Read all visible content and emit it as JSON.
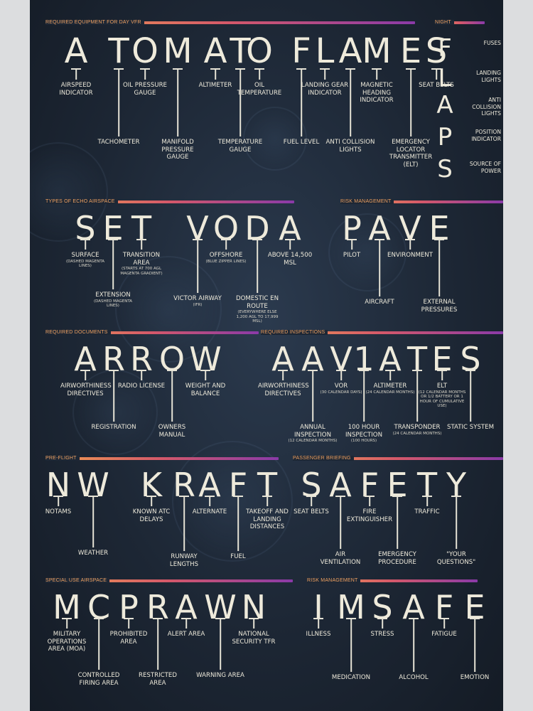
{
  "colors": {
    "background": "#1d2735",
    "ink": "#eeeadb",
    "category": "#f0a262",
    "bar_start": "#f2a04e",
    "bar_mid": "#d4586a",
    "bar_end": "#8a3aa8"
  },
  "sections": [
    {
      "key": "tomato",
      "category": "Required Equipment For Day VFR",
      "letters": [
        "A",
        "T",
        "O",
        "M",
        "A",
        "T",
        "O",
        "F",
        "L",
        "A",
        "M",
        "E",
        "S"
      ],
      "labels": [
        {
          "title": "Airspeed Indicator",
          "sub": ""
        },
        {
          "title": "Tachometer",
          "sub": ""
        },
        {
          "title": "Oil Pressure Gauge",
          "sub": ""
        },
        {
          "title": "Manifold Pressure Gauge",
          "sub": ""
        },
        {
          "title": "Altimeter",
          "sub": ""
        },
        {
          "title": "Temperature Gauge",
          "sub": ""
        },
        {
          "title": "Oil Temperature",
          "sub": ""
        },
        {
          "title": "Fuel Level",
          "sub": ""
        },
        {
          "title": "Landing Gear Indicator",
          "sub": ""
        },
        {
          "title": "Anti Collision Lights",
          "sub": ""
        },
        {
          "title": "Magnetic Heading Indicator",
          "sub": ""
        },
        {
          "title": "Emergency Locator Transmitter (ELT)",
          "sub": ""
        },
        {
          "title": "Seat Belts",
          "sub": ""
        }
      ]
    },
    {
      "key": "flaps",
      "category": "Night",
      "letters": [
        "F",
        "L",
        "A",
        "P",
        "S"
      ],
      "labels": [
        {
          "title": "Fuses",
          "sub": ""
        },
        {
          "title": "Landing Lights",
          "sub": ""
        },
        {
          "title": "Anti Collision Lights",
          "sub": ""
        },
        {
          "title": "Position Indicator",
          "sub": ""
        },
        {
          "title": "Source of Power",
          "sub": ""
        }
      ]
    },
    {
      "key": "setvoda",
      "category": "Types of Echo Airspace",
      "letters": [
        "S",
        "E",
        "T",
        "V",
        "O",
        "D",
        "A"
      ],
      "labels": [
        {
          "title": "Surface",
          "sub": "(Dashed Magenta Lines)"
        },
        {
          "title": "Extension",
          "sub": "(Dashed Magenta Lines)"
        },
        {
          "title": "Transition Area",
          "sub": "(Starts at 700 AGL Magenta Gradient)"
        },
        {
          "title": "Victor Airway",
          "sub": "(IFR)"
        },
        {
          "title": "Offshore",
          "sub": "(Blue Zipper Lines)"
        },
        {
          "title": "Domestic En Route",
          "sub": "(Everywhere else 1,200 AGL to 17,999 MSL)"
        },
        {
          "title": "Above 14,500 MSL",
          "sub": ""
        }
      ]
    },
    {
      "key": "pave",
      "category": "Risk Management",
      "letters": [
        "P",
        "A",
        "V",
        "E"
      ],
      "labels": [
        {
          "title": "Pilot",
          "sub": ""
        },
        {
          "title": "Aircraft",
          "sub": ""
        },
        {
          "title": "Environment",
          "sub": ""
        },
        {
          "title": "External Pressures",
          "sub": ""
        }
      ]
    },
    {
      "key": "arrow",
      "category": "Required Documents",
      "letters": [
        "A",
        "R",
        "R",
        "O",
        "W"
      ],
      "labels": [
        {
          "title": "Airworthiness Directives",
          "sub": ""
        },
        {
          "title": "Registration",
          "sub": ""
        },
        {
          "title": "Radio License",
          "sub": ""
        },
        {
          "title": "Owners Manual",
          "sub": ""
        },
        {
          "title": "Weight and Balance",
          "sub": ""
        }
      ]
    },
    {
      "key": "aaviates",
      "category": "Required Inspections",
      "letters": [
        "A",
        "A",
        "V",
        "1",
        "A",
        "T",
        "E",
        "S"
      ],
      "labels": [
        {
          "title": "Airworthiness Directives",
          "sub": ""
        },
        {
          "title": "Annual Inspection",
          "sub": "(12 Calendar Months)"
        },
        {
          "title": "VOR",
          "sub": "(30 Calendar Days)"
        },
        {
          "title": "100 Hour Inspection",
          "sub": "(100 Hours)"
        },
        {
          "title": "Altimeter",
          "sub": "(24 Calendar Months)"
        },
        {
          "title": "Transponder",
          "sub": "(24 Calendar Months)"
        },
        {
          "title": "ELT",
          "sub": "(12 Calendar Months or 1/2 Battery or 1 Hour of Cumulative Use)"
        },
        {
          "title": "Static System",
          "sub": ""
        }
      ]
    },
    {
      "key": "nwkraft",
      "category": "Pre-Flight",
      "letters": [
        "N",
        "W",
        "K",
        "R",
        "A",
        "F",
        "T"
      ],
      "labels": [
        {
          "title": "NOTAMs",
          "sub": ""
        },
        {
          "title": "Weather",
          "sub": ""
        },
        {
          "title": "Known ATC Delays",
          "sub": ""
        },
        {
          "title": "Runway Lengths",
          "sub": ""
        },
        {
          "title": "Alternate",
          "sub": ""
        },
        {
          "title": "Fuel",
          "sub": ""
        },
        {
          "title": "Takeoff and Landing Distances",
          "sub": ""
        }
      ]
    },
    {
      "key": "safety",
      "category": "Passenger Briefing",
      "letters": [
        "S",
        "A",
        "F",
        "E",
        "T",
        "Y"
      ],
      "labels": [
        {
          "title": "Seat Belts",
          "sub": ""
        },
        {
          "title": "Air Ventilation",
          "sub": ""
        },
        {
          "title": "Fire Extinguisher",
          "sub": ""
        },
        {
          "title": "Emergency Procedure",
          "sub": ""
        },
        {
          "title": "Traffic",
          "sub": ""
        },
        {
          "title": "\"Your Questions\"",
          "sub": ""
        }
      ]
    },
    {
      "key": "mcprawn",
      "category": "Special Use Airspace",
      "letters": [
        "M",
        "C",
        "P",
        "R",
        "A",
        "W",
        "N"
      ],
      "labels": [
        {
          "title": "Military Operations Area (MOA)",
          "sub": ""
        },
        {
          "title": "Controlled Firing Area",
          "sub": ""
        },
        {
          "title": "Prohibited Area",
          "sub": ""
        },
        {
          "title": "Restricted Area",
          "sub": ""
        },
        {
          "title": "Alert Area",
          "sub": ""
        },
        {
          "title": "Warning Area",
          "sub": ""
        },
        {
          "title": "National Security TFR",
          "sub": ""
        }
      ]
    },
    {
      "key": "imsafe",
      "category": "Risk Management",
      "letters": [
        "I",
        "M",
        "S",
        "A",
        "F",
        "E"
      ],
      "labels": [
        {
          "title": "Illness",
          "sub": ""
        },
        {
          "title": "Medication",
          "sub": ""
        },
        {
          "title": "Stress",
          "sub": ""
        },
        {
          "title": "Alcohol",
          "sub": ""
        },
        {
          "title": "Fatigue",
          "sub": ""
        },
        {
          "title": "Emotion",
          "sub": ""
        }
      ]
    }
  ]
}
